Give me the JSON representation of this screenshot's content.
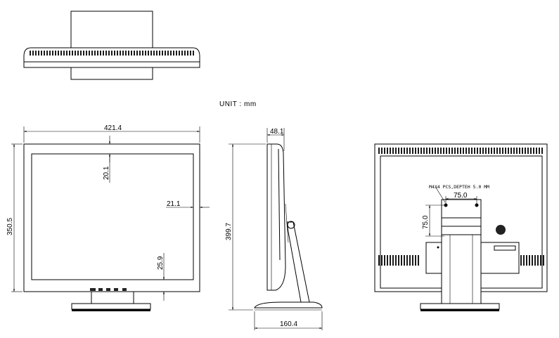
{
  "unit_label": "UNIT  :  mm",
  "front_view": {
    "width": "421.4",
    "height": "350.5",
    "bezel_top": "20.1",
    "bezel_side": "21.1",
    "bezel_bottom": "25.9"
  },
  "side_view": {
    "depth": "48.1",
    "total_height": "399.7",
    "base_depth": "160.4"
  },
  "rear_view": {
    "mount_note": "M4X4 PCS,DEPTEH 5.0 MM",
    "vesa_h": "75.0",
    "vesa_v": "75.0"
  }
}
